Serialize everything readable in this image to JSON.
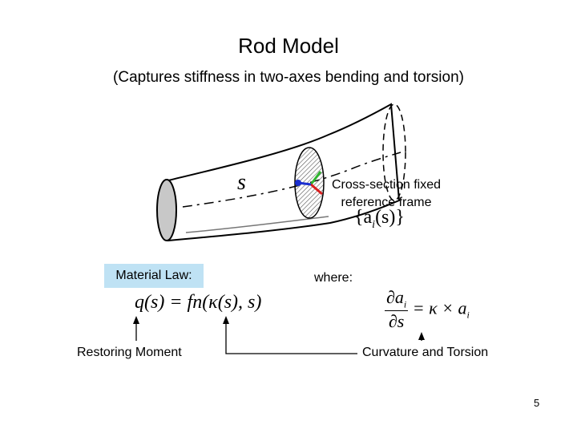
{
  "slide": {
    "title": "Rod Model",
    "subtitle": "(Captures stiffness in two-axes bending and torsion)",
    "page_number": "5"
  },
  "diagram": {
    "rod_label": "s",
    "cross_section_label_line1": "Cross-section fixed",
    "cross_section_label_line2": "reference frame",
    "frame_formula_left": "{a",
    "frame_formula_sub": "i",
    "frame_formula_right": "(s)}",
    "axis_colors": {
      "x": "#d81e1e",
      "y": "#2fb52f",
      "z": "#1a2fd0"
    }
  },
  "material_law": {
    "label": "Material Law:",
    "formula": "q(s) = fn(κ(s), s)",
    "restoring_label": "Restoring Moment",
    "highlight_color": "#bfe2f4"
  },
  "where": {
    "label": "where:",
    "numerator": "∂a",
    "numerator_sub": "i",
    "denominator": "∂s",
    "rhs": " = κ × a",
    "rhs_sub": "i",
    "curvature_label": "Curvature and Torsion"
  }
}
